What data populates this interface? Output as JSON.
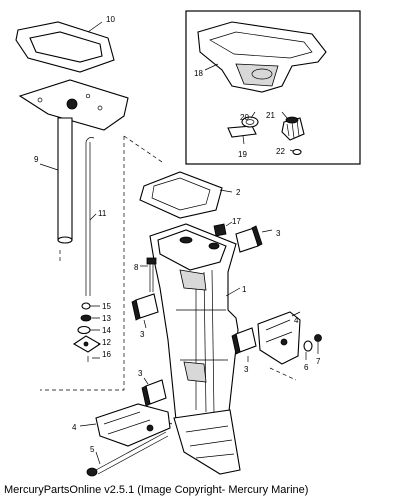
{
  "diagram": {
    "callouts": {
      "c1": "1",
      "c2": "2",
      "c3a": "3",
      "c3b": "3",
      "c3c": "3",
      "c3d": "3",
      "c4a": "4",
      "c4b": "4",
      "c5": "5",
      "c6": "6",
      "c7": "7",
      "c8": "8",
      "c9": "9",
      "c10": "10",
      "c11": "11",
      "c12": "12",
      "c13": "13",
      "c14": "14",
      "c15": "15",
      "c16": "16",
      "c17": "17",
      "c18": "18",
      "c19": "19",
      "c20": "20",
      "c21": "21",
      "c22": "22"
    }
  },
  "footer": {
    "caption": "MercuryPartsOnline v2.5.1 (Image Copyright- Mercury Marine)"
  }
}
